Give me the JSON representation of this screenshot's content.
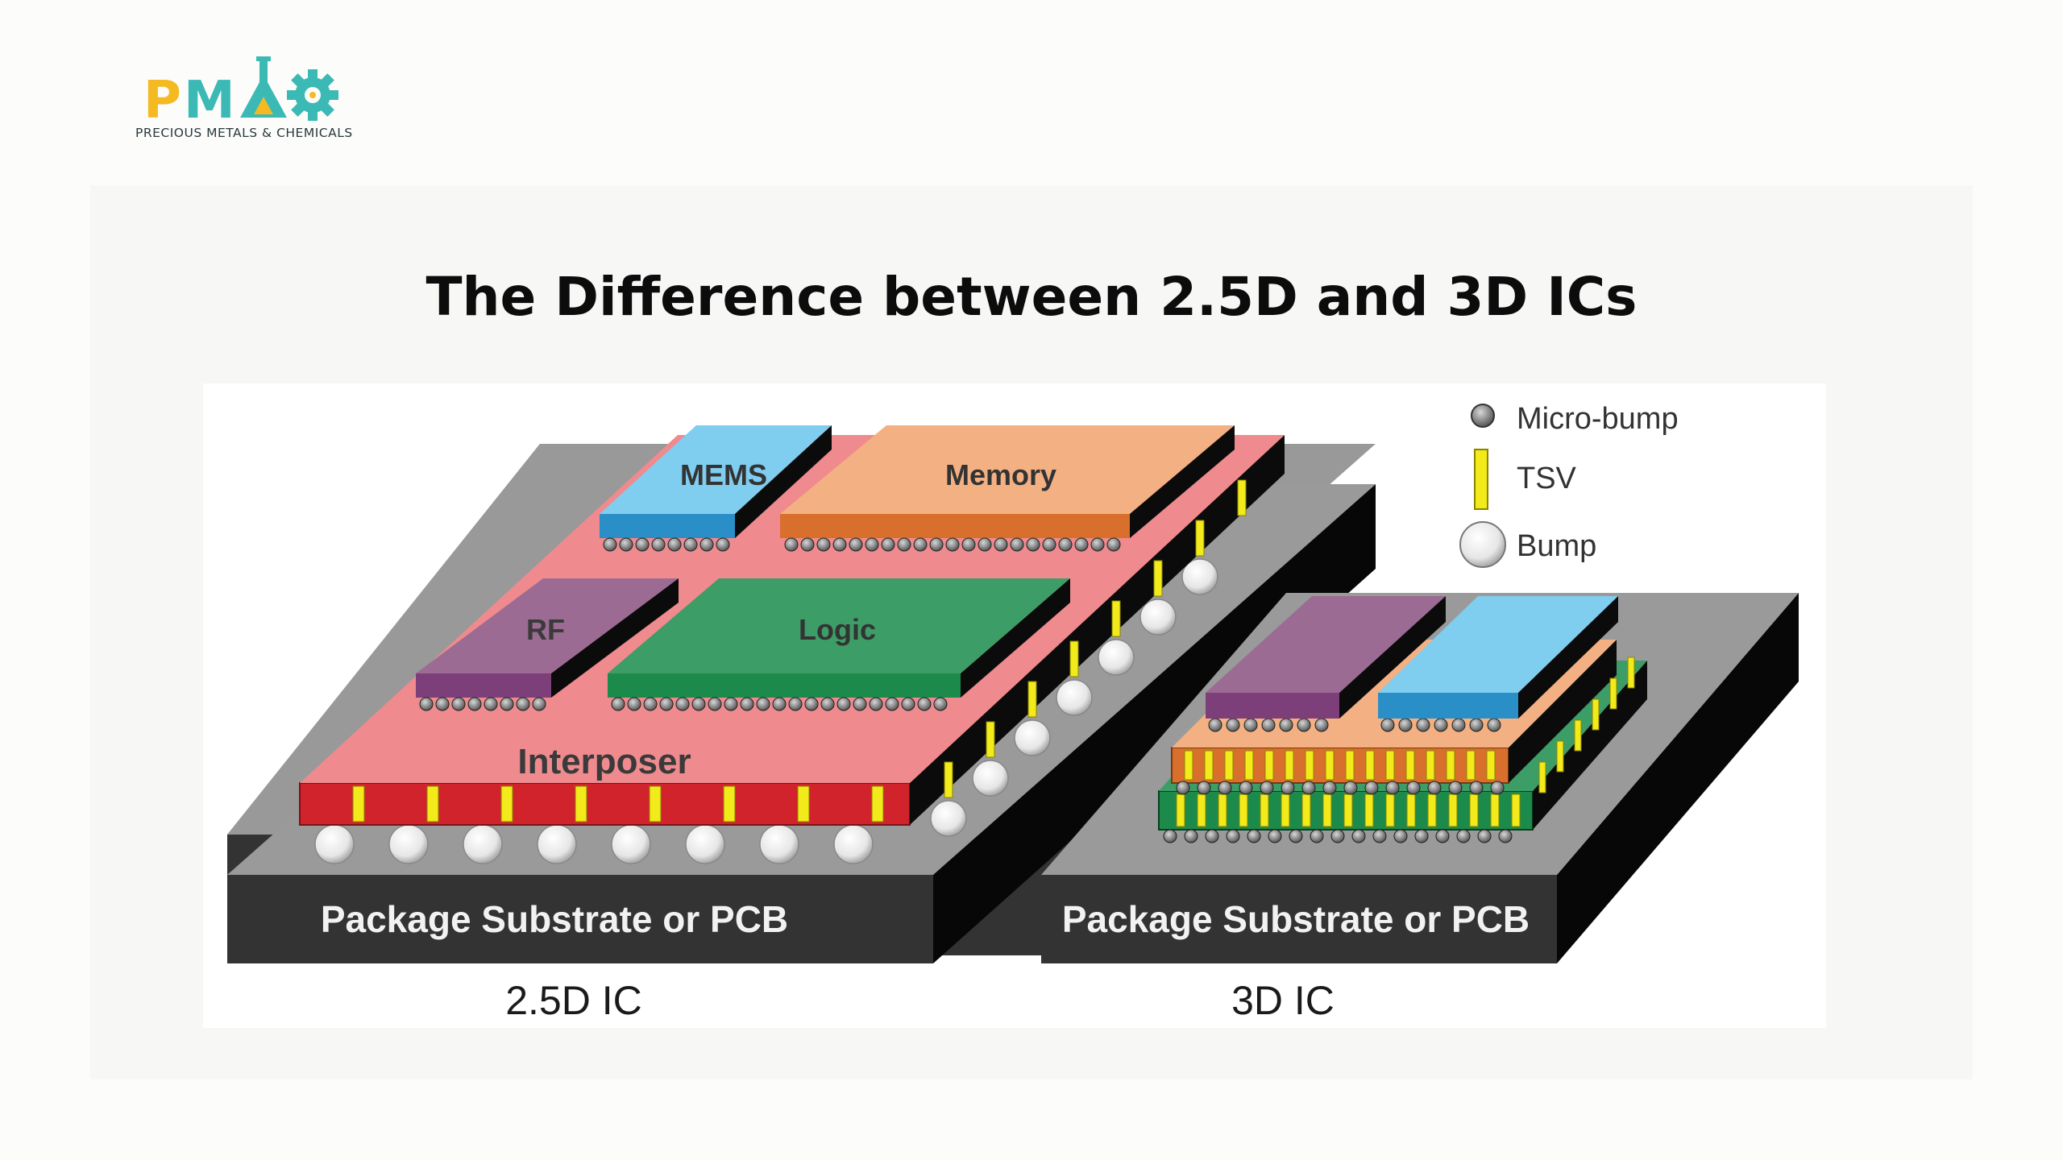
{
  "brand": {
    "logo_letters": "PMAC",
    "tagline": "PRECIOUS METALS & CHEMICALS"
  },
  "page": {
    "title": "The Difference between 2.5D and 3D ICs"
  },
  "colors": {
    "logo_yellow": "#f5b921",
    "logo_teal": "#3bb9b5",
    "interposer": "#ef8a8e",
    "interposer_front": "#d0232c",
    "mems": "#7fcdef",
    "memory": "#f3b083",
    "rf": "#9b6b94",
    "logic": "#3d9d66",
    "tsv": "#f2ea1a",
    "substrate": "#999999",
    "substrate_front": "#333333"
  },
  "legend": {
    "micro_bump": "Micro-bump",
    "tsv": "TSV",
    "bump": "Bump"
  },
  "diagram_25d": {
    "chips": {
      "mems": "MEMS",
      "memory": "Memory",
      "rf": "RF",
      "logic": "Logic"
    },
    "interposer": "Interposer",
    "substrate": "Package Substrate or PCB",
    "caption": "2.5D IC"
  },
  "diagram_3d": {
    "substrate": "Package Substrate or PCB",
    "caption": "3D IC"
  }
}
